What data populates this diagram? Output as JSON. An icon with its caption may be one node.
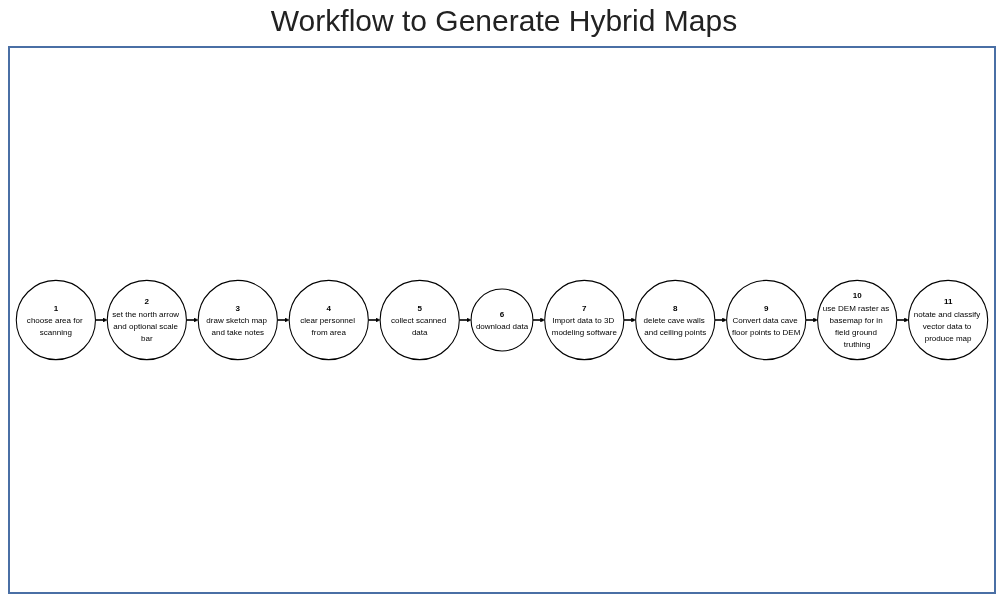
{
  "diagram": {
    "title": "Workflow to Generate Hybrid Maps",
    "nodes": [
      {
        "text": [
          "1",
          "choose area for scanning"
        ]
      },
      {
        "text": [
          "2",
          "set the north arrow and optional scale bar"
        ]
      },
      {
        "text": [
          "3",
          "draw sketch map and take notes"
        ]
      },
      {
        "text": [
          "4",
          "clear personnel from area"
        ]
      },
      {
        "text": [
          "5",
          "collect scanned data"
        ]
      },
      {
        "text": [
          "6",
          "download data"
        ]
      },
      {
        "text": [
          "7",
          "Import data to 3D modeling software"
        ]
      },
      {
        "text": [
          "8",
          "delete cave walls and ceiling points"
        ]
      },
      {
        "text": [
          "9",
          "Convert data cave floor points to DEM"
        ]
      },
      {
        "text": [
          "10",
          "use DEM raster as basemap for in field ground truthing"
        ]
      },
      {
        "text": [
          "11",
          "notate and classify vector data to produce map"
        ]
      }
    ],
    "edges": [
      {
        "from": 0,
        "to": 1,
        "arrow": "to"
      },
      {
        "from": 1,
        "to": 2,
        "arrow": "to"
      },
      {
        "from": 2,
        "to": 3,
        "arrow": "to"
      },
      {
        "from": 3,
        "to": 4,
        "arrow": "to"
      },
      {
        "from": 4,
        "to": 5,
        "arrow": "to"
      },
      {
        "from": 5,
        "to": 6,
        "arrow": "to"
      },
      {
        "from": 6,
        "to": 7,
        "arrow": "to"
      },
      {
        "from": 7,
        "to": 8,
        "arrow": "to"
      },
      {
        "from": 8,
        "to": 9,
        "arrow": "to"
      },
      {
        "from": 9,
        "to": 10,
        "arrow": "to"
      }
    ]
  }
}
